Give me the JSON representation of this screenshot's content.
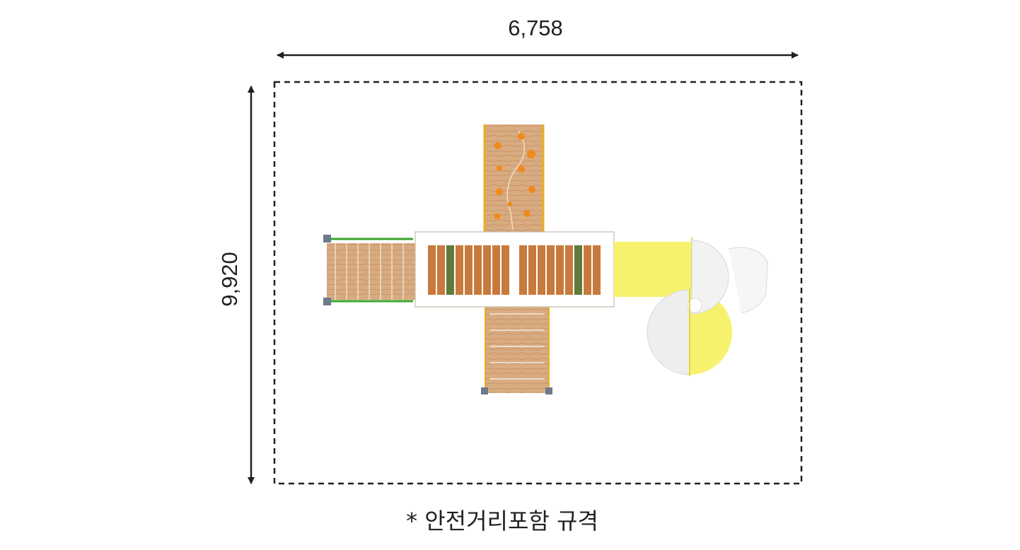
{
  "dimensions": {
    "width_label": "6,758",
    "height_label": "9,920"
  },
  "caption": "* 안전거리포함 규격",
  "colors": {
    "line": "#231f20",
    "wood": "#d9aa7c",
    "plank": "#c87a3c",
    "plank_green": "#5f7a3a",
    "slide_yellow": "#f7f26e",
    "slide_white": "#efefef",
    "hold_orange": "#f08a1c",
    "rail_green": "#3aa52a",
    "post_gray": "#6b7a8c"
  }
}
